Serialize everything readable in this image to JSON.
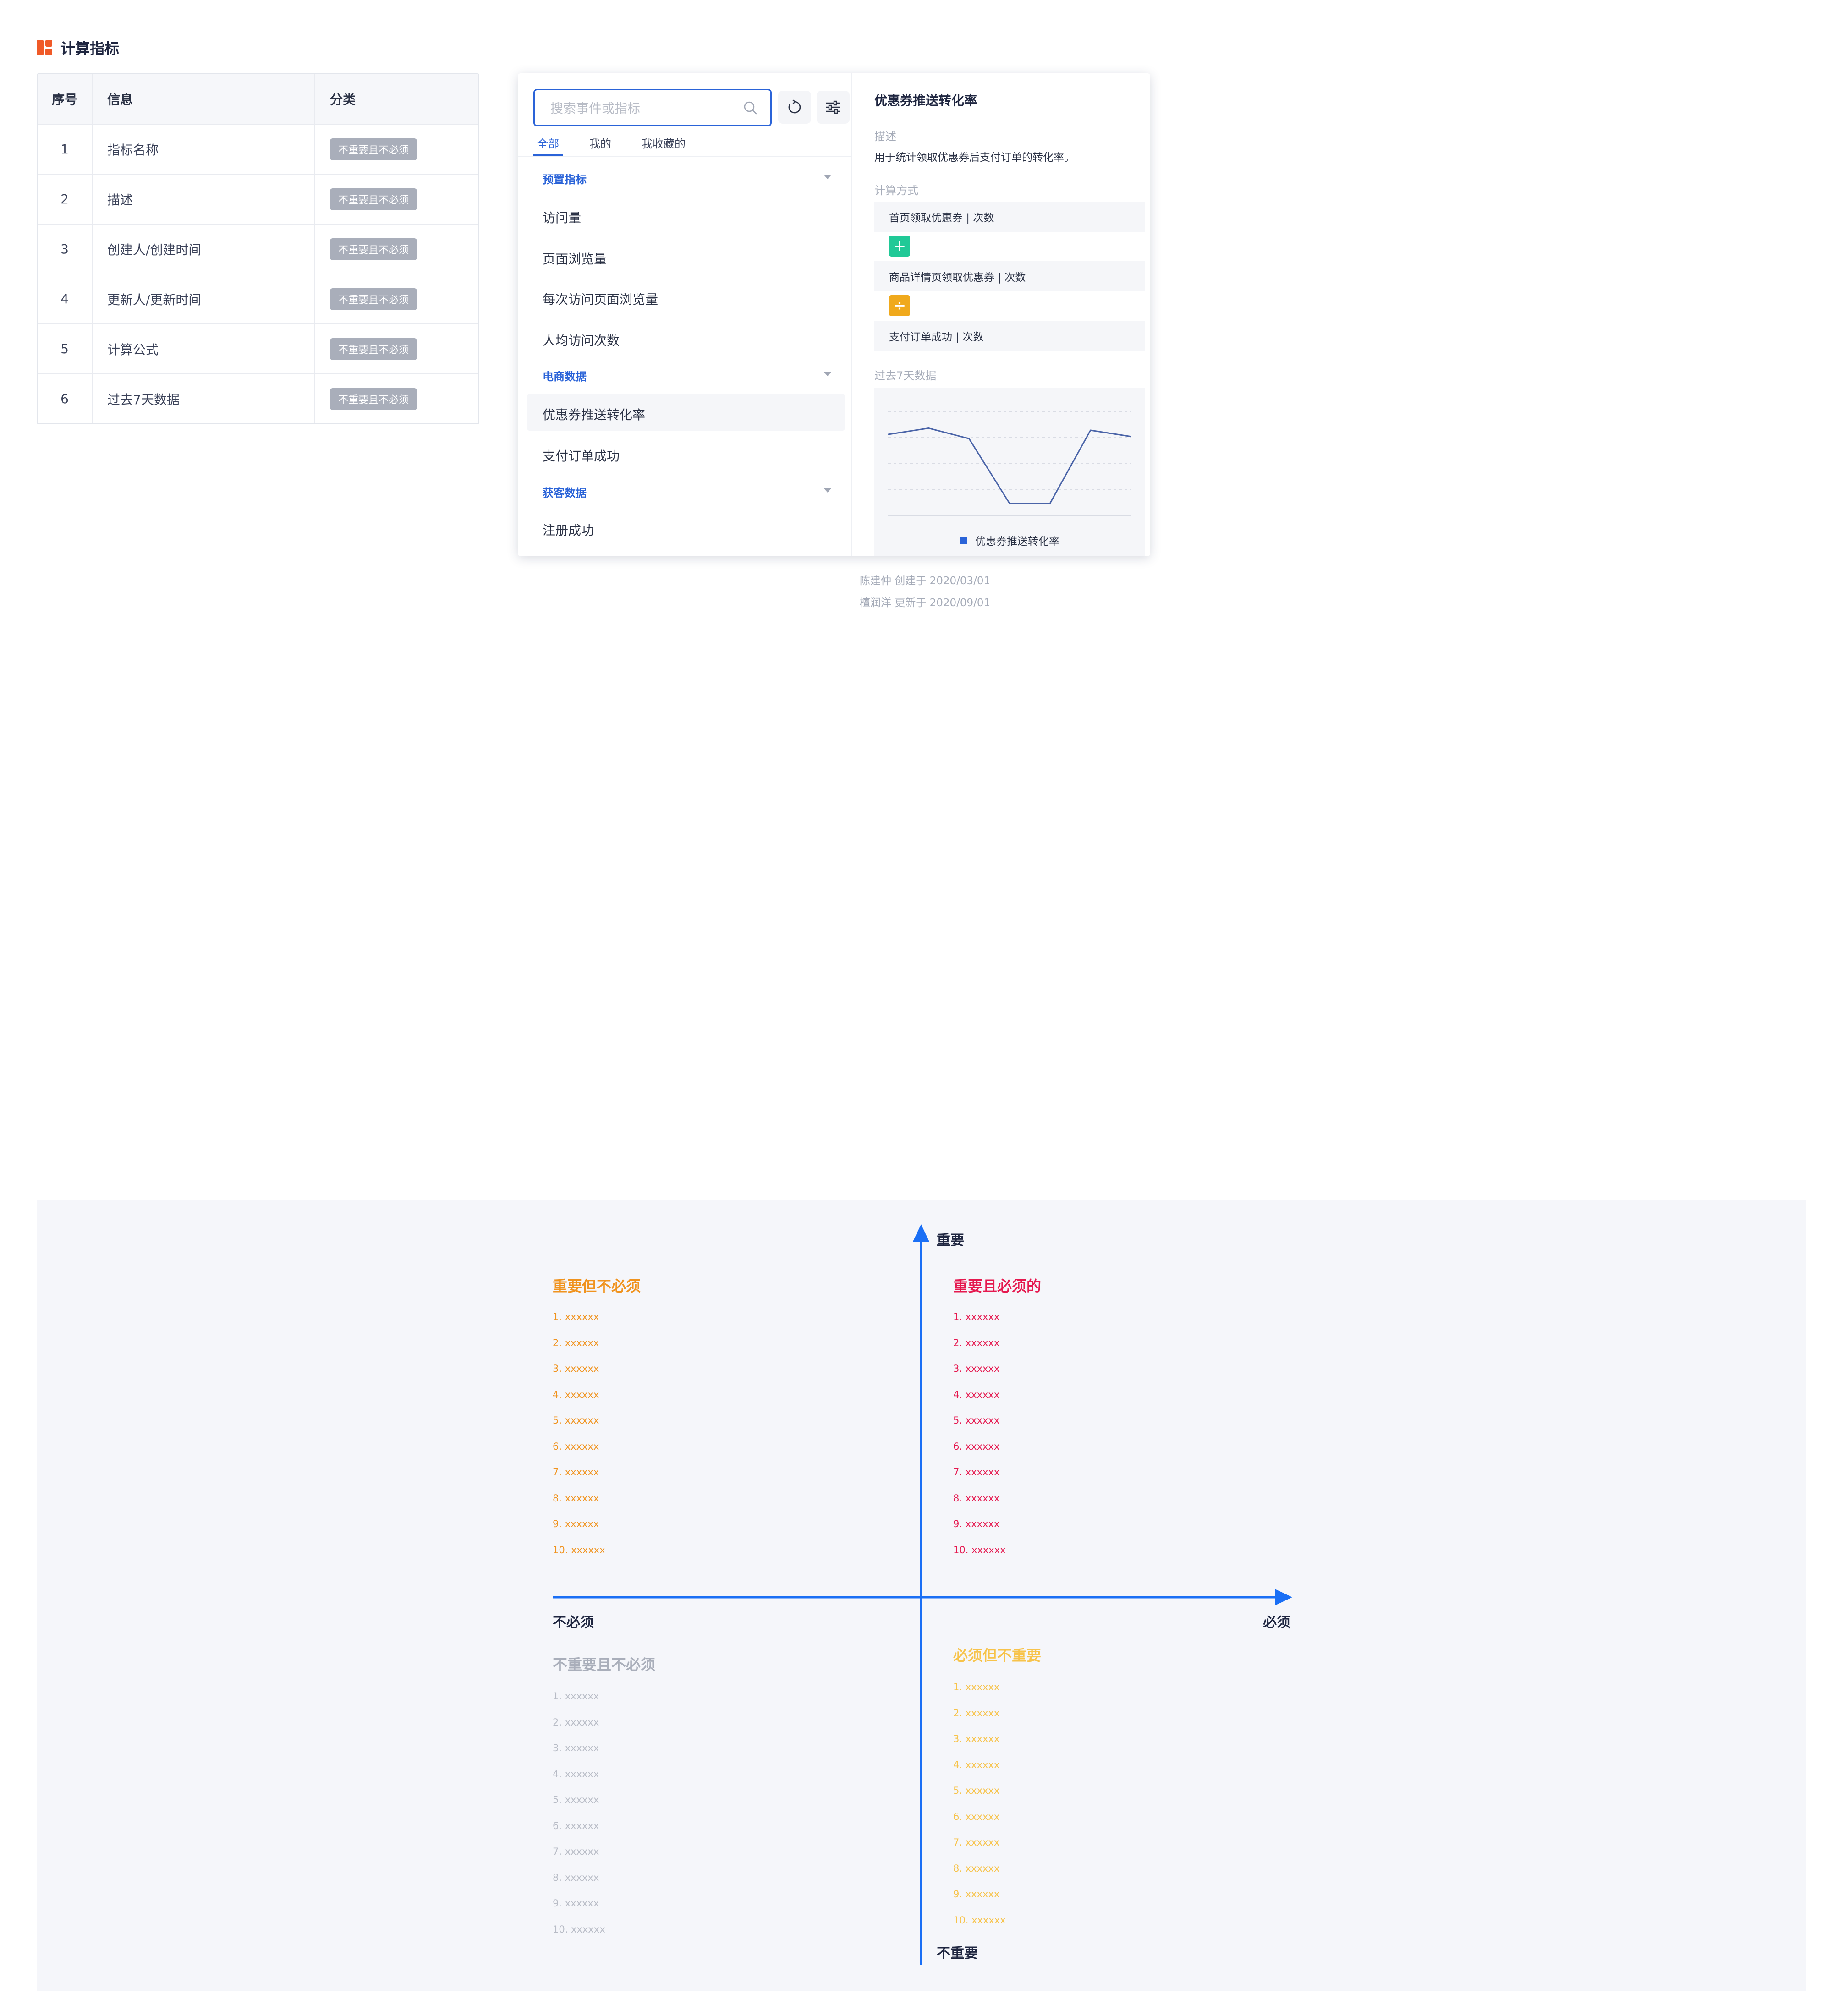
{
  "section_title": "计算指标",
  "table": {
    "headers": [
      "序号",
      "信息",
      "分类"
    ],
    "rows": [
      {
        "no": "1",
        "info": "指标名称",
        "category": "不重要且不必须"
      },
      {
        "no": "2",
        "info": "描述",
        "category": "不重要且不必须"
      },
      {
        "no": "3",
        "info": "创建人/创建时间",
        "category": "不重要且不必须"
      },
      {
        "no": "4",
        "info": "更新人/更新时间",
        "category": "不重要且不必须"
      },
      {
        "no": "5",
        "info": "计算公式",
        "category": "不重要且不必须"
      },
      {
        "no": "6",
        "info": "过去7天数据",
        "category": "不重要且不必须"
      }
    ]
  },
  "panel": {
    "search_placeholder": "搜索事件或指标",
    "tabs": [
      "全部",
      "我的",
      "我收藏的"
    ],
    "groups": [
      {
        "title": "预置指标",
        "items": [
          "访问量",
          "页面浏览量",
          "每次访问页面浏览量",
          "人均访问次数"
        ]
      },
      {
        "title": "电商数据",
        "items": [
          "优惠券推送转化率",
          "支付订单成功"
        ]
      },
      {
        "title": "获客数据",
        "items": [
          "注册成功"
        ]
      }
    ],
    "detail": {
      "title": "优惠券推送转化率",
      "desc_label": "描述",
      "desc": "用于统计领取优惠券后支付订单的转化率。",
      "calc_label": "计算方式",
      "formula": [
        "首页领取优惠券 | 次数",
        "商品详情页领取优惠券 | 次数",
        "支付订单成功 | 次数"
      ],
      "operators": [
        "+",
        "÷"
      ],
      "chart_label": "过去7天数据",
      "legend": "优惠券推送转化率",
      "created": "陈建仲 创建于 2020/03/01",
      "updated": "檀润洋 更新于 2020/09/01"
    }
  },
  "chart_data": {
    "type": "line",
    "title": "",
    "series": [
      {
        "name": "优惠券推送转化率",
        "values": [
          0.78,
          0.84,
          0.74,
          0.12,
          0.12,
          0.82,
          0.76
        ]
      }
    ],
    "ylim": [
      0,
      1
    ],
    "grid": true,
    "legend": "bottom-center",
    "color": "#4a64a8"
  },
  "quadrant": {
    "axis": {
      "top": "重要",
      "bottom": "不重要",
      "left": "不必须",
      "right": "必须"
    },
    "q_tl": {
      "title": "重要但不必须",
      "color": "#f0931e",
      "items": [
        "1. xxxxxx",
        "2. xxxxxx",
        "3. xxxxxx",
        "4. xxxxxx",
        "5. xxxxxx",
        "6. xxxxxx",
        "7. xxxxxx",
        "8. xxxxxx",
        "9. xxxxxx",
        "10. xxxxxx"
      ]
    },
    "q_tr": {
      "title": "重要且必须的",
      "color": "#e5194f",
      "items": [
        "1. xxxxxx",
        "2. xxxxxx",
        "3. xxxxxx",
        "4. xxxxxx",
        "5. xxxxxx",
        "6. xxxxxx",
        "7. xxxxxx",
        "8. xxxxxx",
        "9. xxxxxx",
        "10. xxxxxx"
      ]
    },
    "q_bl": {
      "title": "不重要且不必须",
      "color": "#a9aeba",
      "items": [
        "1. xxxxxx",
        "2. xxxxxx",
        "3. xxxxxx",
        "4. xxxxxx",
        "5. xxxxxx",
        "6. xxxxxx",
        "7. xxxxxx",
        "8. xxxxxx",
        "9. xxxxxx",
        "10. xxxxxx"
      ]
    },
    "q_br": {
      "title": "必须但不重要",
      "color": "#f7c34a",
      "items": [
        "1. xxxxxx",
        "2. xxxxxx",
        "3. xxxxxx",
        "4. xxxxxx",
        "5. xxxxxx",
        "6. xxxxxx",
        "7. xxxxxx",
        "8. xxxxxx",
        "9. xxxxxx",
        "10. xxxxxx"
      ]
    },
    "axis_color": "#1a6ff5"
  }
}
